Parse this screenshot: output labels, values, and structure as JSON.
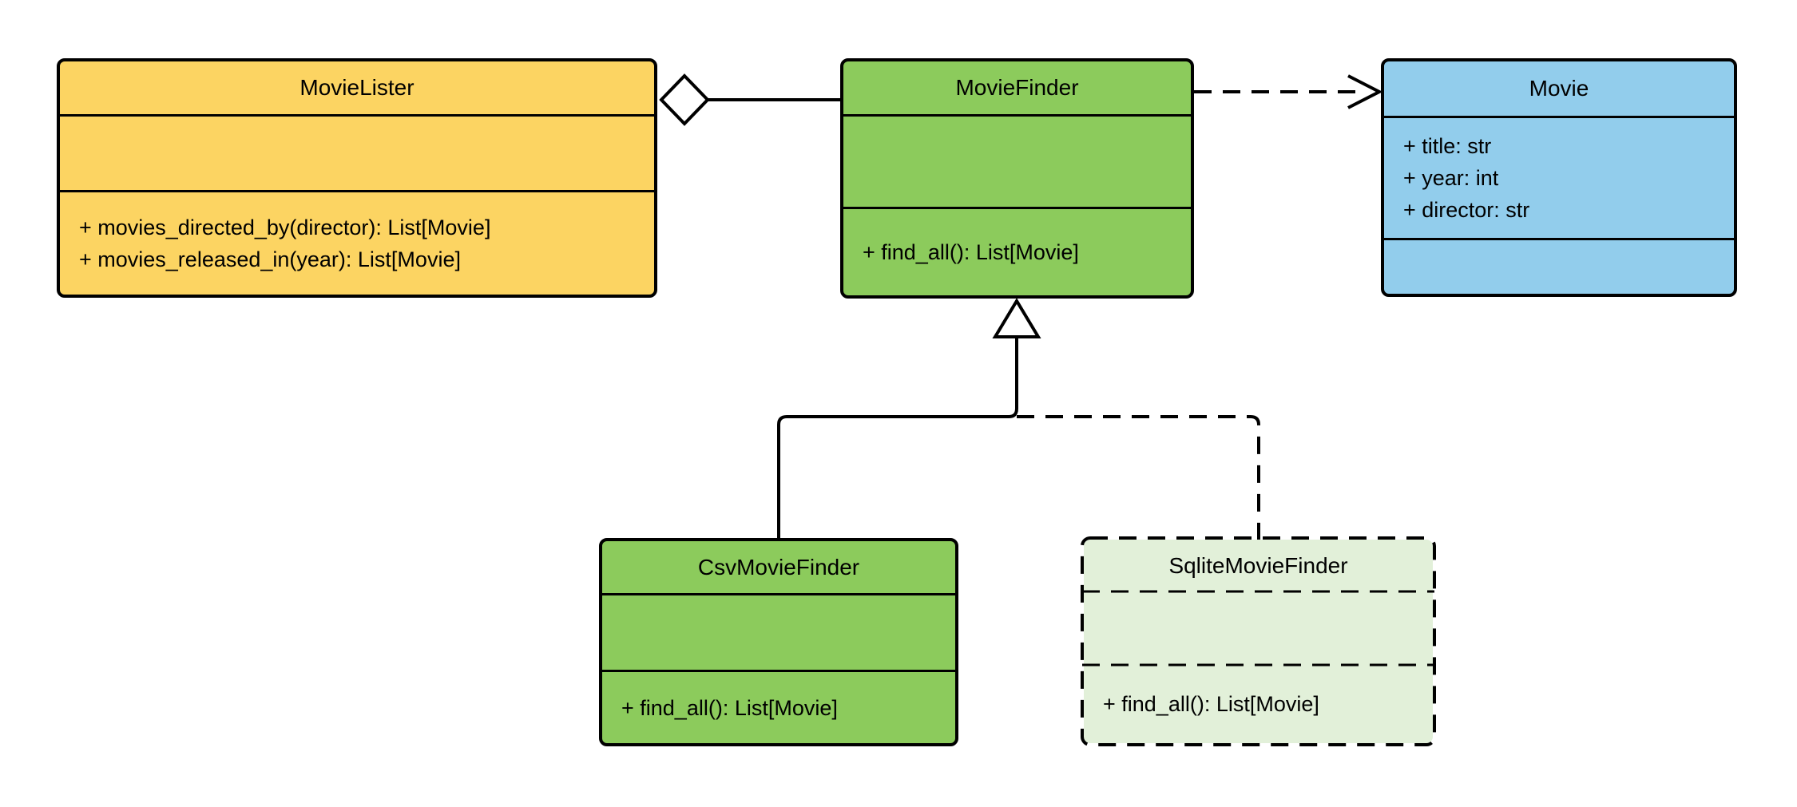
{
  "palette": {
    "yellow": "#FCD462",
    "green": "#8CCB5C",
    "light_green": "#E2F0D9",
    "blue": "#92CDEC",
    "stroke": "#000000",
    "background": "#FFFFFF"
  },
  "classes": {
    "movie_lister": {
      "name": "MovieLister",
      "attributes": [],
      "methods": [
        "+ movies_directed_by(director): List[Movie]",
        "+ movies_released_in(year): List[Movie]"
      ]
    },
    "movie_finder": {
      "name": "MovieFinder",
      "attributes": [],
      "methods": [
        "+ find_all(): List[Movie]"
      ]
    },
    "movie": {
      "name": "Movie",
      "attributes": [
        "+ title: str",
        "+ year: int",
        "+ director: str"
      ],
      "methods": []
    },
    "csv_movie_finder": {
      "name": "CsvMovieFinder",
      "attributes": [],
      "methods": [
        "+ find_all(): List[Movie]"
      ]
    },
    "sqlite_movie_finder": {
      "name": "SqliteMovieFinder",
      "attributes": [],
      "methods": [
        "+ find_all(): List[Movie]"
      ]
    }
  },
  "relationships": [
    {
      "type": "aggregation",
      "from": "MovieLister",
      "to": "MovieFinder",
      "line": "solid",
      "marker": "hollow-diamond"
    },
    {
      "type": "dependency",
      "from": "MovieFinder",
      "to": "Movie",
      "line": "dashed",
      "marker": "open-arrow"
    },
    {
      "type": "inheritance",
      "from": "CsvMovieFinder",
      "to": "MovieFinder",
      "line": "solid",
      "marker": "hollow-triangle"
    },
    {
      "type": "inheritance",
      "from": "SqliteMovieFinder",
      "to": "MovieFinder",
      "line": "dashed",
      "marker": "hollow-triangle"
    }
  ]
}
